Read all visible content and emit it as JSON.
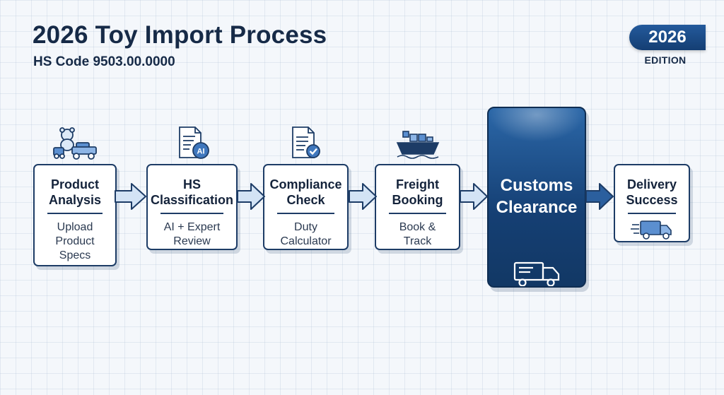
{
  "header": {
    "title": "2026 Toy Import Process",
    "subtitle": "HS Code 9503.00.0000",
    "badge_year": "2026",
    "badge_label": "EDITION"
  },
  "steps": [
    {
      "title_line1": "Product",
      "title_line2": "Analysis",
      "desc_lines": [
        "Upload",
        "Product",
        "Specs"
      ],
      "icon": "toy-icon"
    },
    {
      "title_line1": "HS",
      "title_line2": "Classification",
      "desc_lines": [
        "AI + Expert",
        "Review"
      ],
      "icon": "ai-document-icon"
    },
    {
      "title_line1": "Compliance",
      "title_line2": "Check",
      "desc_lines": [
        "Duty",
        "Calculator"
      ],
      "icon": "checklist-icon"
    },
    {
      "title_line1": "Freight",
      "title_line2": "Booking",
      "desc_lines": [
        "Book &",
        "Track"
      ],
      "icon": "cargo-ship-icon"
    },
    {
      "title_line1": "Customs",
      "title_line2": "Clearance",
      "desc_lines": [],
      "icon": "delivery-truck-icon",
      "highlighted": true
    },
    {
      "title_line1": "Delivery",
      "title_line2": "Success",
      "desc_lines": [],
      "icon": "fast-delivery-truck-icon"
    }
  ],
  "colors": {
    "navy": "#1d3c66",
    "highlight_top": "#2b67a8",
    "highlight_bottom": "#123865",
    "arrow_fill": "#d3e3f5"
  }
}
